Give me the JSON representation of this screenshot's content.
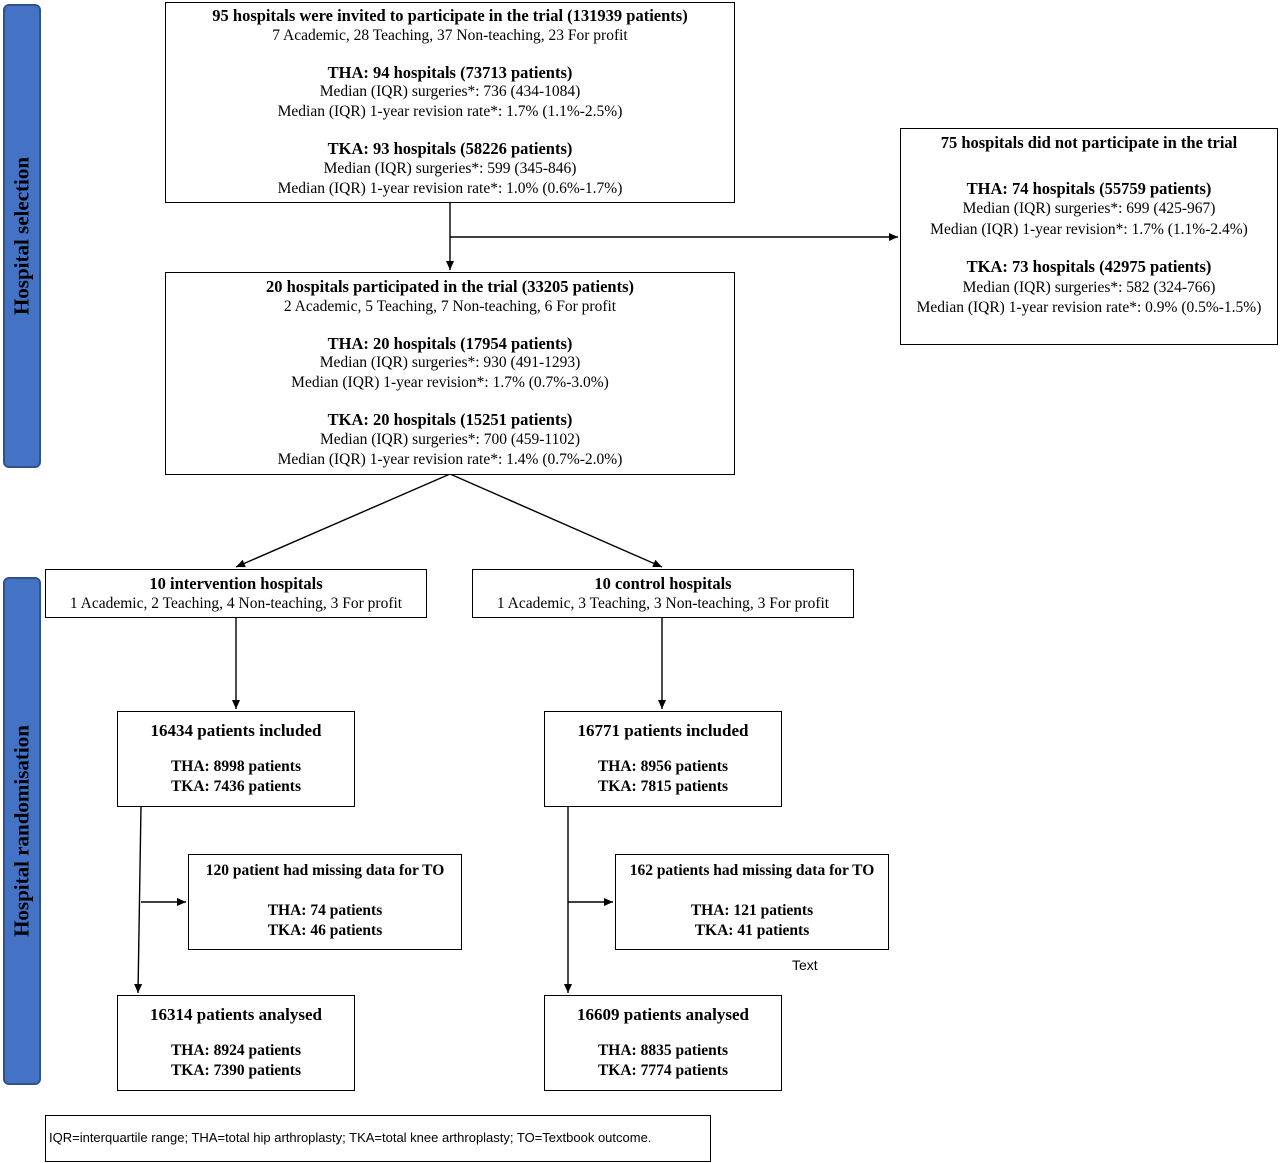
{
  "side_labels": {
    "selection": "Hospital selection",
    "randomisation": "Hospital randomisation"
  },
  "invited": {
    "title": "95 hospitals were invited to participate in the trial (131939 patients)",
    "subtitle": "7 Academic, 28 Teaching, 37 Non-teaching, 23 For profit",
    "tha_title": "THA: 94 hospitals (73713 patients)",
    "tha_surg": "Median (IQR) surgeries*: 736 (434-1084)",
    "tha_rev": "Median (IQR) 1-year revision rate*: 1.7% (1.1%-2.5%)",
    "tka_title": "TKA: 93 hospitals (58226 patients)",
    "tka_surg": "Median (IQR) surgeries*: 599 (345-846)",
    "tka_rev": "Median (IQR) 1-year revision rate*: 1.0% (0.6%-1.7%)"
  },
  "not_participate": {
    "title": "75 hospitals did not participate in the trial",
    "tha_title": "THA: 74 hospitals (55759 patients)",
    "tha_surg": "Median (IQR) surgeries*: 699 (425-967)",
    "tha_rev": "Median (IQR) 1-year revision*: 1.7% (1.1%-2.4%)",
    "tka_title": "TKA: 73 hospitals (42975 patients)",
    "tka_surg": "Median (IQR) surgeries*: 582 (324-766)",
    "tka_rev": "Median (IQR) 1-year revision rate*: 0.9% (0.5%-1.5%)"
  },
  "participated": {
    "title": "20 hospitals participated in the trial (33205 patients)",
    "subtitle": "2 Academic, 5 Teaching, 7 Non-teaching, 6 For profit",
    "tha_title": "THA: 20 hospitals (17954 patients)",
    "tha_surg": "Median (IQR) surgeries*: 930 (491-1293)",
    "tha_rev": "Median (IQR) 1-year revision*: 1.7% (0.7%-3.0%)",
    "tka_title": "TKA: 20 hospitals (15251 patients)",
    "tka_surg": "Median (IQR) surgeries*: 700 (459-1102)",
    "tka_rev": "Median (IQR) 1-year revision rate*: 1.4% (0.7%-2.0%)"
  },
  "intervention": {
    "title": "10 intervention hospitals",
    "subtitle": "1 Academic, 2 Teaching, 4 Non-teaching, 3 For profit",
    "included_title": "16434 patients included",
    "included_tha": "THA: 8998 patients",
    "included_tka": "TKA: 7436 patients",
    "missing_title": "120 patient had missing data for TO",
    "missing_tha": "THA: 74 patients",
    "missing_tka": "TKA: 46 patients",
    "analysed_title": "16314 patients analysed",
    "analysed_tha": "THA: 8924 patients",
    "analysed_tka": "TKA: 7390 patients"
  },
  "control": {
    "title": "10 control hospitals",
    "subtitle": "1 Academic, 3 Teaching, 3 Non-teaching, 3 For profit",
    "included_title": "16771 patients included",
    "included_tha": "THA: 8956 patients",
    "included_tka": "TKA: 7815 patients",
    "missing_title": "162 patients had missing data for TO",
    "missing_tha": "THA: 121 patients",
    "missing_tka": "TKA: 41 patients",
    "analysed_title": "16609 patients analysed",
    "analysed_tha": "THA: 8835 patients",
    "analysed_tka": "TKA: 7774 patients"
  },
  "stray_text": "Text",
  "footnote": "IQR=interquartile range; THA=total hip arthroplasty; TKA=total knee arthroplasty; TO=Textbook outcome."
}
